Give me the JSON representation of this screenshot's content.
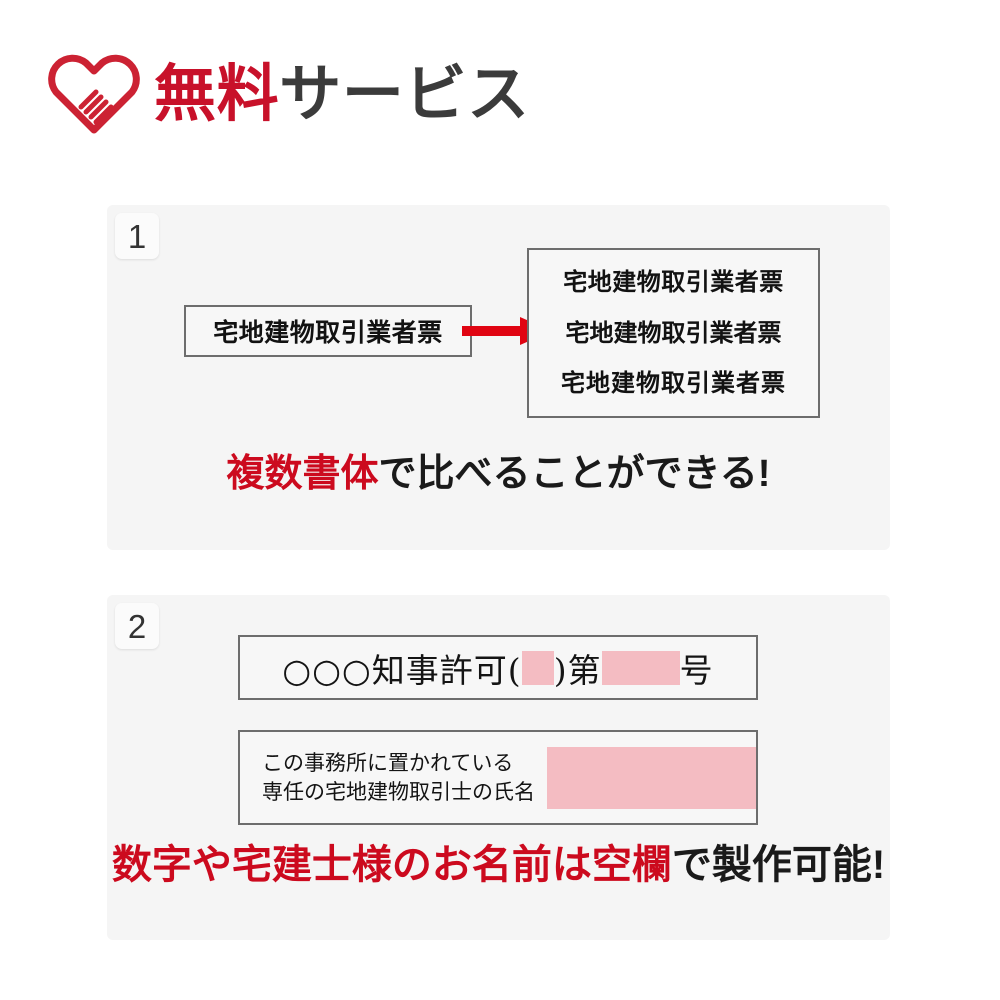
{
  "header": {
    "logo_icon": "heart-handshake-icon",
    "title_highlight": "無料",
    "title_rest": "サービス",
    "colors": {
      "highlight": "#c8112a",
      "rest": "#3b3b3b"
    }
  },
  "theme": {
    "page_background": "#ffffff",
    "card_background": "#f5f5f5",
    "box_background": "#f7f7f7",
    "box_border": "#6d6d6d",
    "accent_red": "#cc0a1e",
    "arrow_red": "#e00412",
    "blank_pink": "#f4bcc2",
    "badge_background": "#fbfbfb"
  },
  "cards": [
    {
      "badge": "1",
      "sample_source": {
        "label": "宅地建物取引業者票",
        "typeface": "gothic"
      },
      "arrow_icon": "right-arrow-icon",
      "sample_variants": [
        {
          "label": "宅地建物取引業者票",
          "typeface": "gothic"
        },
        {
          "label": "宅地建物取引業者票",
          "typeface": "maru-gothic"
        },
        {
          "label": "宅地建物取引業者票",
          "typeface": "mincho"
        }
      ],
      "caption_emphasis": "複数書体",
      "caption_rest": "で比べることができる!"
    },
    {
      "badge": "2",
      "permit_line": {
        "prefix": "○○○知事許可(",
        "blank_1": "",
        "middle": ")第",
        "blank_2": "",
        "suffix": "号"
      },
      "agent_label_line_1": "この事務所に置かれている",
      "agent_label_line_2": "専任の宅地建物取引士の氏名",
      "agent_blank": "",
      "caption_emphasis": "数字や宅建士様のお名前は空欄",
      "caption_rest": "で製作可能!"
    }
  ]
}
